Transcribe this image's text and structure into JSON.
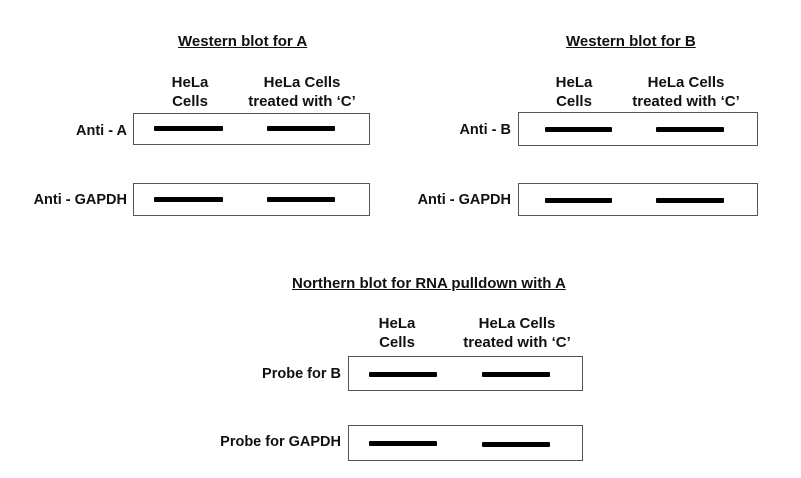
{
  "panel_a": {
    "title": "Western blot for A",
    "col1": "HeLa\nCells",
    "col2": "HeLa Cells\ntreated with ‘C’",
    "row1": "Anti - A",
    "row2": "Anti - GAPDH"
  },
  "panel_b": {
    "title": "Western blot for B",
    "col1": "HeLa\nCells",
    "col2": "HeLa Cells\ntreated with ‘C’",
    "row1": "Anti - B",
    "row2": "Anti - GAPDH"
  },
  "panel_n": {
    "title": "Northern blot for RNA  pulldown with A",
    "col1": "HeLa\nCells",
    "col2": "HeLa Cells\ntreated with ‘C’",
    "row1": "Probe for B",
    "row2": "Probe for GAPDH"
  }
}
